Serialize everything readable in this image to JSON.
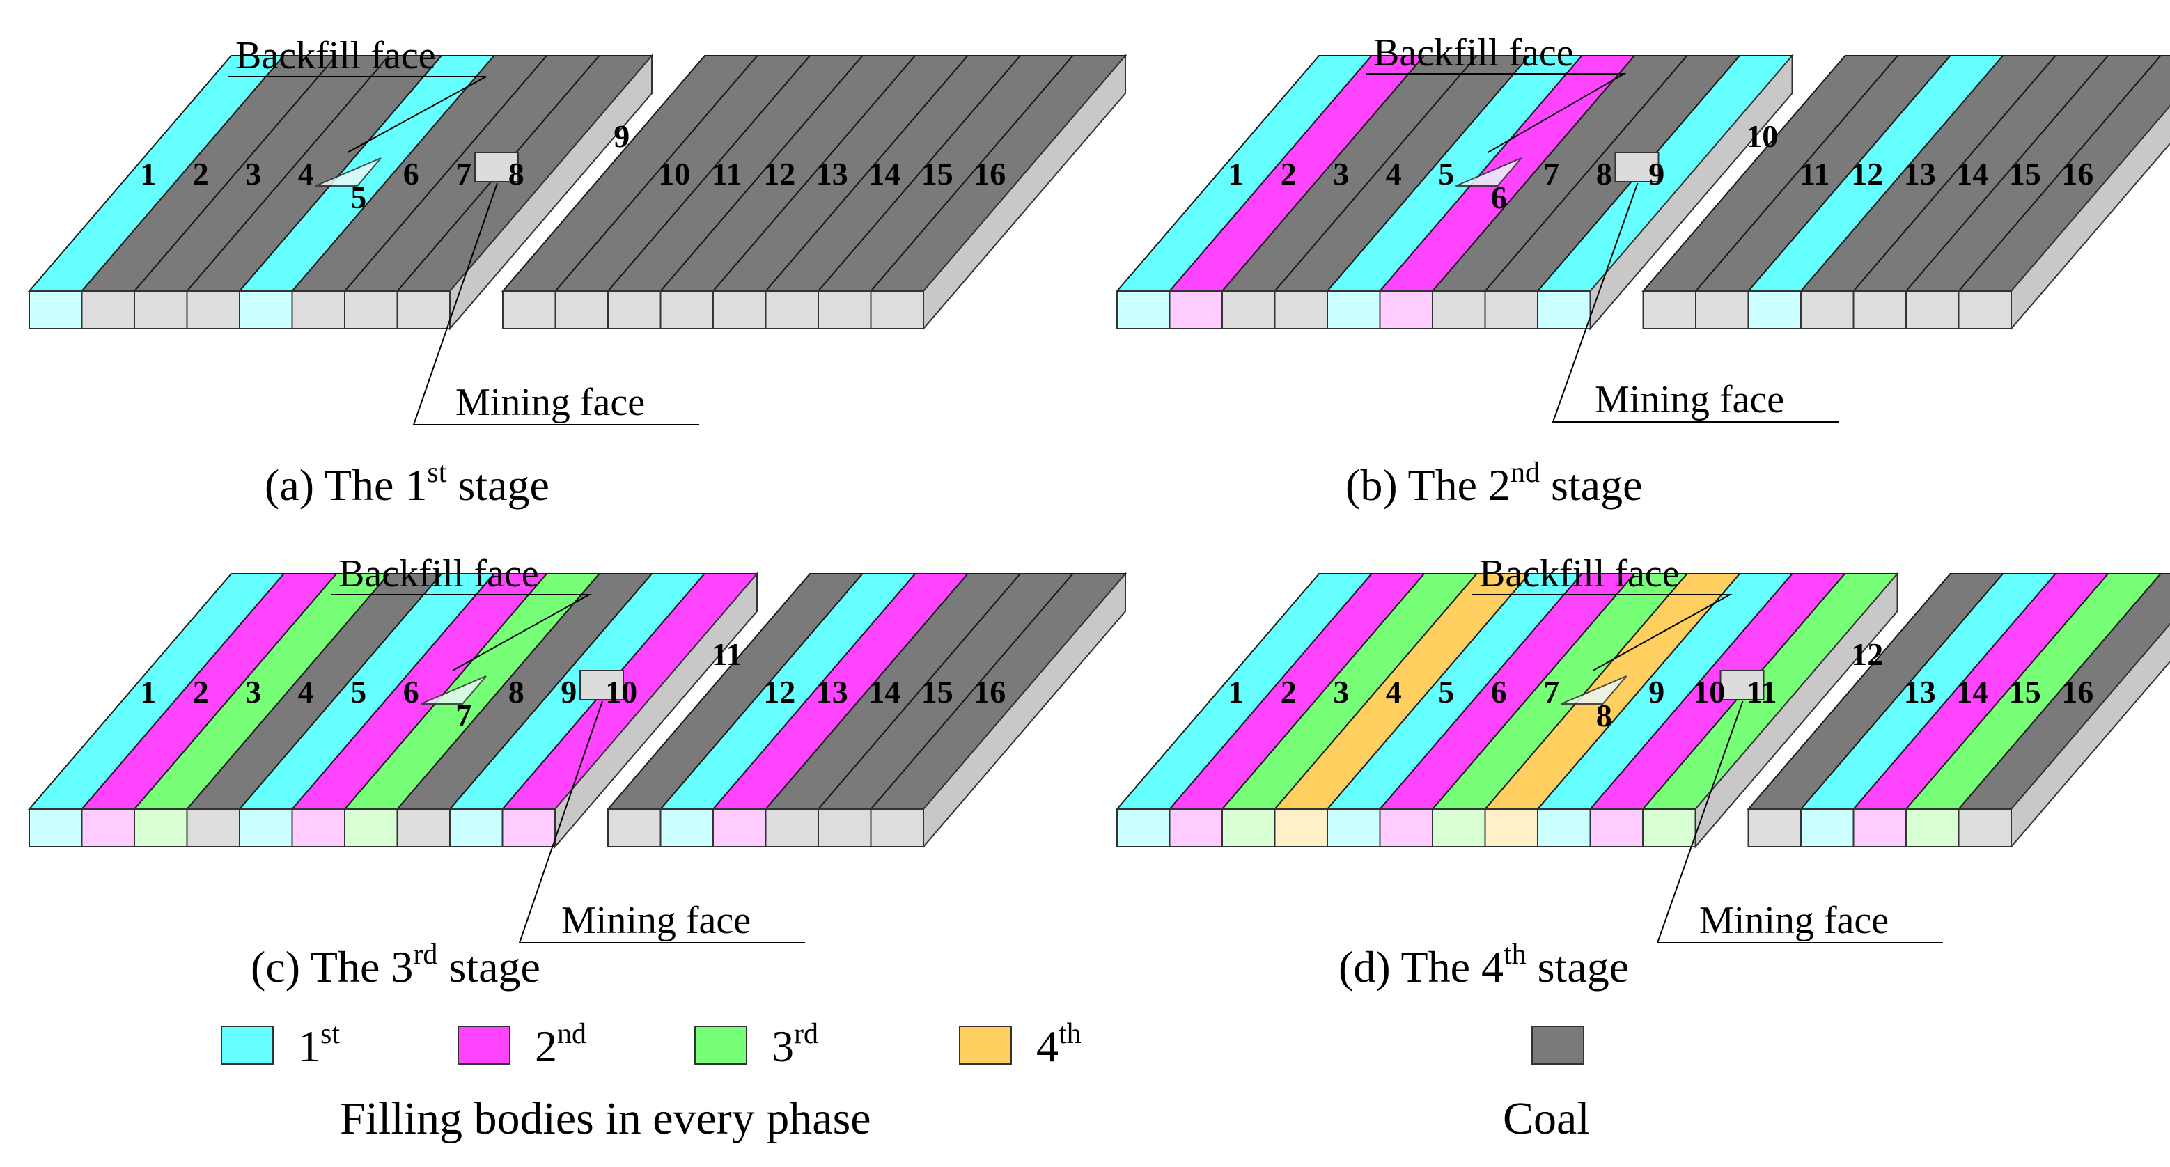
{
  "colors": {
    "phase1": "#66ffff",
    "phase2": "#ff44ff",
    "phase3": "#77ff77",
    "phase4": "#ffd060",
    "coal": "#7a7a7a",
    "phase1_front": "#ccffff",
    "phase2_front": "#ffccff",
    "phase3_front": "#d8ffd4",
    "phase4_front": "#fff0c8",
    "coal_front": "#dddddd",
    "side": "#c8c8c8"
  },
  "face_labels": {
    "backfill": "Backfill face",
    "mining": "Mining face"
  },
  "panels": [
    {
      "id": "a",
      "caption": {
        "prefix": "(a) The 1",
        "sup": "st",
        "suffix": " stage"
      },
      "strip_phases": [
        "1st",
        "coal",
        "coal",
        "coal",
        "1st",
        "coal",
        "coal",
        "coal",
        "coal",
        "coal",
        "coal",
        "coal",
        "coal",
        "coal",
        "coal",
        "coal"
      ],
      "backfill_index": 5,
      "mining_index": 9,
      "labels": [
        "1",
        "2",
        "3",
        "4",
        "5",
        "6",
        "7",
        "8",
        "9",
        "10",
        "11",
        "12",
        "13",
        "14",
        "15",
        "16"
      ]
    },
    {
      "id": "b",
      "caption": {
        "prefix": "(b) The 2",
        "sup": "nd",
        "suffix": " stage"
      },
      "strip_phases": [
        "1st",
        "2nd",
        "coal",
        "coal",
        "1st",
        "2nd",
        "coal",
        "coal",
        "1st",
        "coal",
        "coal",
        "1st",
        "coal",
        "coal",
        "coal",
        "coal"
      ],
      "backfill_index": 6,
      "mining_index": 10,
      "labels": [
        "1",
        "2",
        "3",
        "4",
        "5",
        "6",
        "7",
        "8",
        "9",
        "10",
        "11",
        "12",
        "13",
        "14",
        "15",
        "16"
      ]
    },
    {
      "id": "c",
      "caption": {
        "prefix": "(c) The 3",
        "sup": "rd",
        "suffix": " stage"
      },
      "strip_phases": [
        "1st",
        "2nd",
        "3rd",
        "coal",
        "1st",
        "2nd",
        "3rd",
        "coal",
        "1st",
        "2nd",
        "coal",
        "1st",
        "2nd",
        "coal",
        "coal",
        "coal"
      ],
      "backfill_index": 7,
      "mining_index": 11,
      "labels": [
        "1",
        "2",
        "3",
        "4",
        "5",
        "6",
        "7",
        "8",
        "9",
        "10",
        "11",
        "12",
        "13",
        "14",
        "15",
        "16"
      ]
    },
    {
      "id": "d",
      "caption": {
        "prefix": "(d) The 4",
        "sup": "th",
        "suffix": " stage"
      },
      "strip_phases": [
        "1st",
        "2nd",
        "3rd",
        "4th",
        "1st",
        "2nd",
        "3rd",
        "4th",
        "1st",
        "2nd",
        "3rd",
        "coal",
        "1st",
        "2nd",
        "3rd",
        "coal"
      ],
      "backfill_index": 8,
      "mining_index": 12,
      "labels": [
        "1",
        "2",
        "3",
        "4",
        "5",
        "6",
        "7",
        "8",
        "9",
        "10",
        "11",
        "12",
        "13",
        "14",
        "15",
        "16"
      ]
    }
  ],
  "legend": {
    "items": [
      {
        "phase": "1st",
        "base": "1",
        "sup": "st"
      },
      {
        "phase": "2nd",
        "base": "2",
        "sup": "nd"
      },
      {
        "phase": "3rd",
        "base": "3",
        "sup": "rd"
      },
      {
        "phase": "4th",
        "base": "4",
        "sup": "th"
      }
    ],
    "filling_title": "Filling bodies in every phase",
    "coal_label": "Coal"
  }
}
